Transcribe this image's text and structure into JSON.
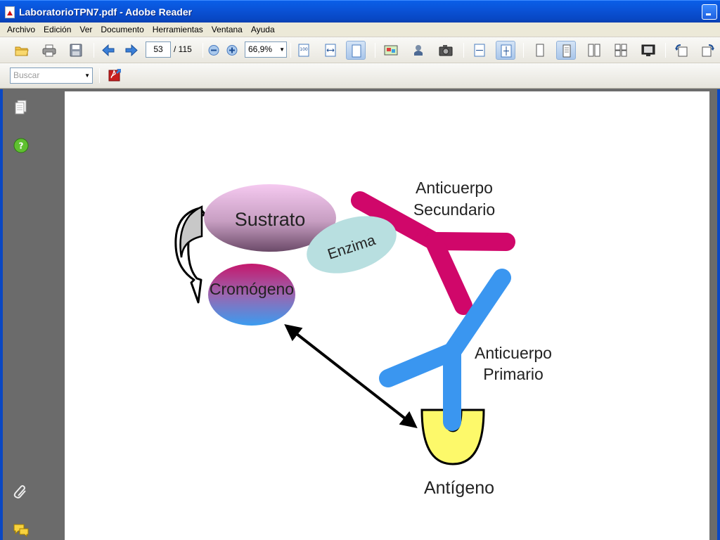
{
  "window": {
    "title": "LaboratorioTPN7.pdf - Adobe Reader"
  },
  "menu": {
    "items": [
      "Archivo",
      "Edición",
      "Ver",
      "Documento",
      "Herramientas",
      "Ventana",
      "Ayuda"
    ]
  },
  "toolbar": {
    "page_current": "53",
    "page_total": "/ 115",
    "zoom": "66,9%",
    "search_placeholder": "Buscar"
  },
  "diagram": {
    "sustrato": "Sustrato",
    "enzima": "Enzima",
    "cromogeno": "Cromógeno",
    "anticuerpo_secundario_line1": "Anticuerpo",
    "anticuerpo_secundario_line2": "Secundario",
    "anticuerpo_primario_line1": "Anticuerpo",
    "anticuerpo_primario_line2": "Primario",
    "antigeno": "Antígeno"
  },
  "colors": {
    "titlebar": "#0a53d8",
    "secondary_antibody": "#d0076a",
    "primary_antibody": "#3a96f0",
    "enzyme": "#b8dfe0",
    "antigen": "#fdf96a"
  }
}
